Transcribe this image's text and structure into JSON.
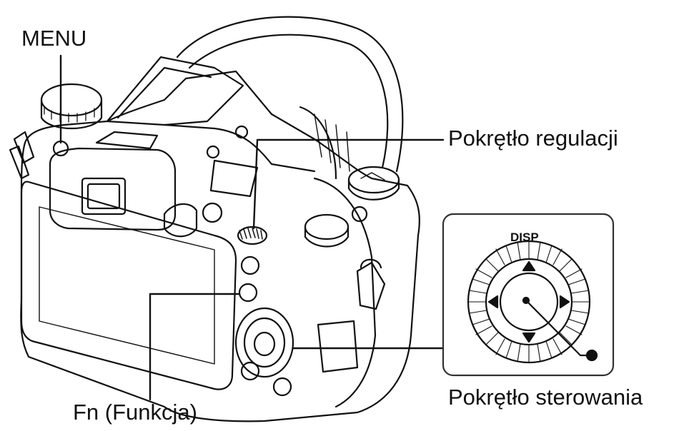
{
  "labels": {
    "menu": "MENU",
    "adjust_dial": "Pokrętło regulacji",
    "control_wheel": "Pokrętło sterowania",
    "fn": "Fn (Funkcja)",
    "disp": "DISP"
  },
  "colors": {
    "line": "#111111",
    "inset_border": "#333333",
    "fill": "#ffffff"
  }
}
